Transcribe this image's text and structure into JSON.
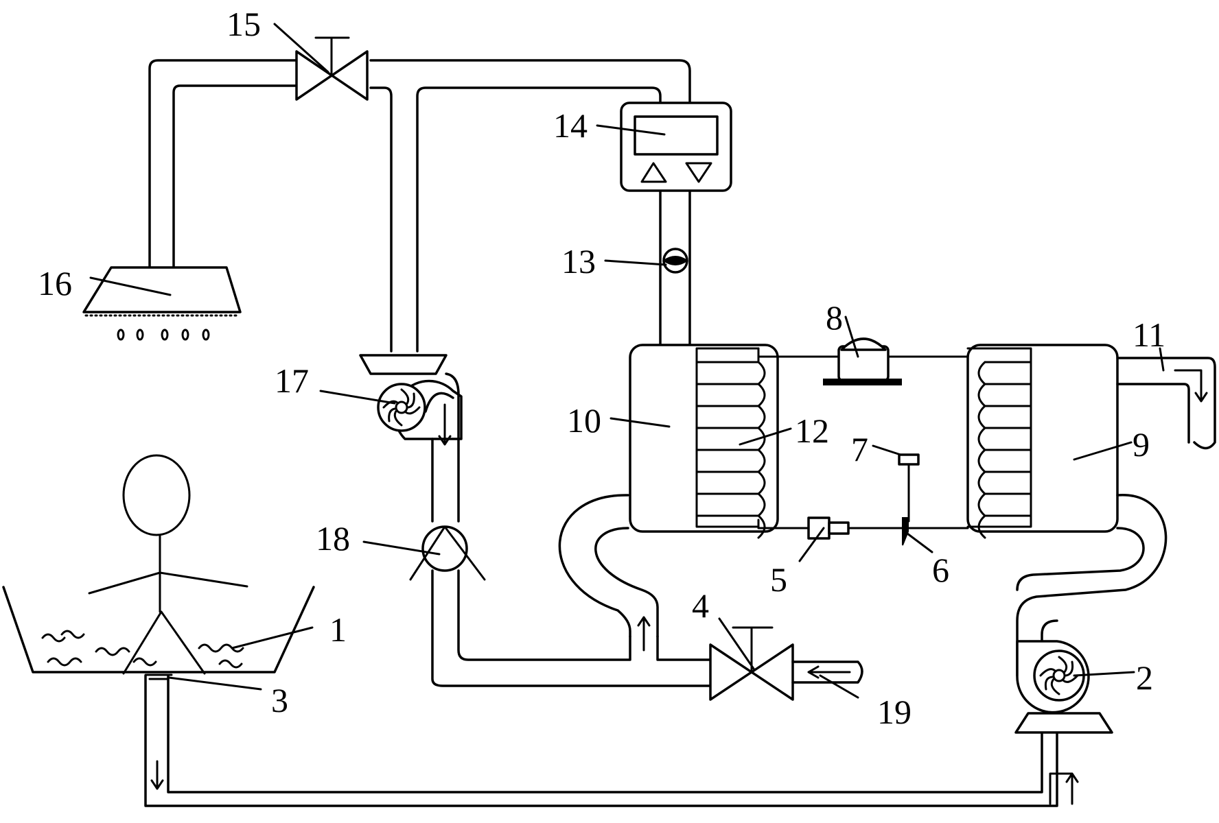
{
  "labels": {
    "l1": "1",
    "l2": "2",
    "l3": "3",
    "l4": "4",
    "l5": "5",
    "l6": "6",
    "l7": "7",
    "l8": "8",
    "l9": "9",
    "l10": "10",
    "l11": "11",
    "l12": "12",
    "l13": "13",
    "l14": "14",
    "l15": "15",
    "l16": "16",
    "l17": "17",
    "l18": "18",
    "l19": "19"
  },
  "components": {
    "1": "bath-tub",
    "2": "circulation-pump",
    "3": "tub-drain",
    "4": "inlet-valve",
    "5": "expansion-valve",
    "6": "filter",
    "7": "pressure-sensor",
    "8": "compressor",
    "9": "evaporator-tank",
    "10": "condenser-tank",
    "11": "drain-pipe",
    "12": "condenser-coil",
    "13": "flow-sensor",
    "14": "temperature-controller",
    "15": "shower-valve",
    "16": "shower-head",
    "17": "booster-pump",
    "18": "check-valve",
    "19": "water-inlet"
  },
  "colors": {
    "line": "#000000",
    "background": "#ffffff"
  }
}
